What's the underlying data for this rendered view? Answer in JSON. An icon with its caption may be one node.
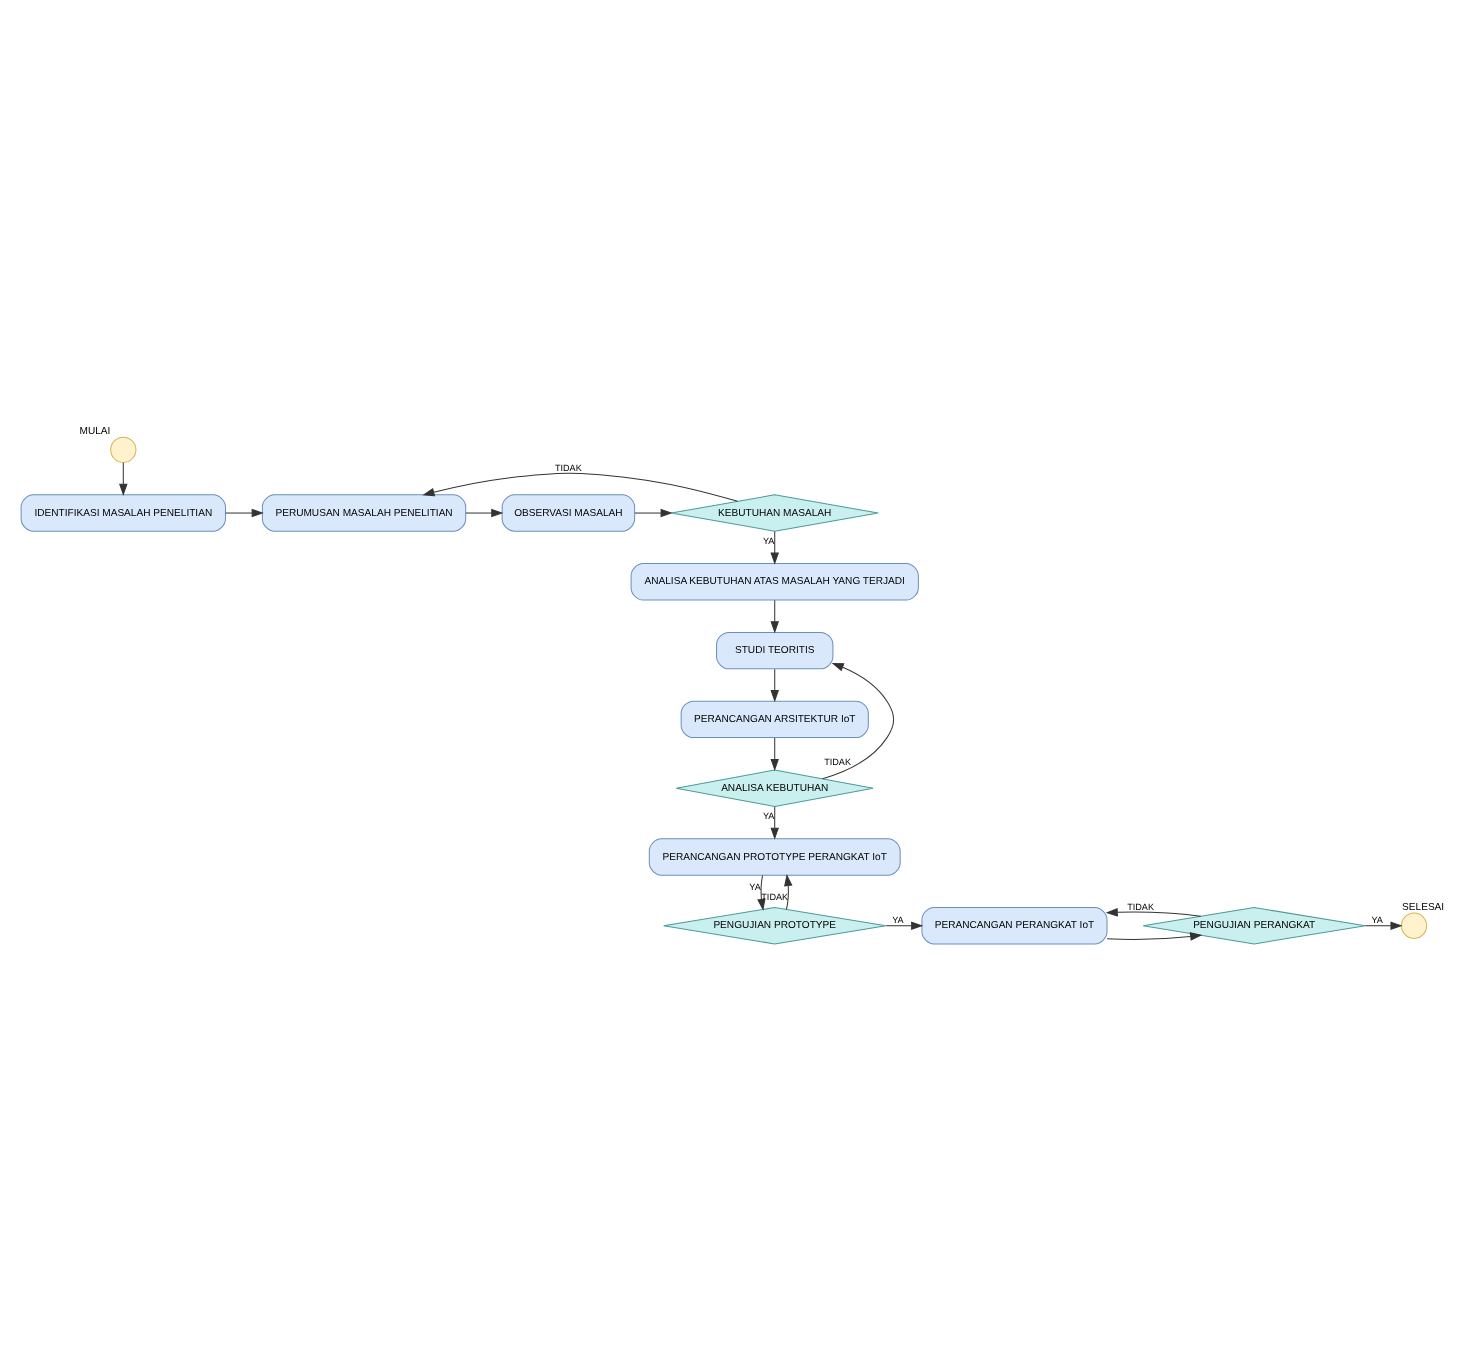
{
  "diagram": {
    "nodes": [
      {
        "text": [
          "MULAI"
        ]
      },
      {
        "text": [
          "IDENTIFIKASI MASALAH PENELITIAN"
        ]
      },
      {
        "text": [
          "PERUMUSAN MASALAH PENELITIAN"
        ]
      },
      {
        "text": [
          "OBSERVASI MASALAH"
        ]
      },
      {
        "text": [
          "KEBUTUHAN MASALAH"
        ]
      },
      {
        "text": [
          "ANALISA KEBUTUHAN ATAS MASALAH YANG TERJADI"
        ]
      },
      {
        "text": [
          "STUDI TEORITIS"
        ]
      },
      {
        "text": [
          "PERANCANGAN ARSITEKTUR IoT"
        ]
      },
      {
        "text": [
          "ANALISA KEBUTUHAN"
        ]
      },
      {
        "text": [
          "PERANCANGAN PROTOTYPE PERANGKAT IoT"
        ]
      },
      {
        "text": [
          "PENGUJIAN PROTOTYPE"
        ]
      },
      {
        "text": [
          "PERANCANGAN PERANGKAT IoT"
        ]
      },
      {
        "text": [
          "PENGUJIAN PERANGKAT"
        ]
      },
      {
        "text": [
          "SELESAI"
        ]
      }
    ],
    "edges": [
      {
        "from": 0,
        "to": 1,
        "arrow": "to"
      },
      {
        "from": 1,
        "to": 2,
        "arrow": "to"
      },
      {
        "from": 2,
        "to": 3,
        "arrow": "to"
      },
      {
        "from": 3,
        "to": 4,
        "arrow": "to"
      },
      {
        "from": 4,
        "to": 2,
        "arrow": "to",
        "label": "TIDAK"
      },
      {
        "from": 4,
        "to": 5,
        "arrow": "to",
        "label": "YA"
      },
      {
        "from": 5,
        "to": 6,
        "arrow": "to"
      },
      {
        "from": 6,
        "to": 7,
        "arrow": "to"
      },
      {
        "from": 7,
        "to": 8,
        "arrow": "to"
      },
      {
        "from": 8,
        "to": 6,
        "arrow": "to",
        "label": "TIDAK"
      },
      {
        "from": 8,
        "to": 9,
        "arrow": "to",
        "label": "YA"
      },
      {
        "from": 9,
        "to": 10,
        "arrow": "to",
        "label": "YA"
      },
      {
        "from": 10,
        "to": 9,
        "arrow": "to",
        "label": "TIDAK"
      },
      {
        "from": 10,
        "to": 11,
        "arrow": "to",
        "label": "YA"
      },
      {
        "from": 11,
        "to": 12,
        "arrow": "to"
      },
      {
        "from": 12,
        "to": 13,
        "arrow": "to",
        "label": "YA"
      },
      {
        "from": 12,
        "to": 11,
        "arrow": "to",
        "label": "TIDAK"
      }
    ]
  }
}
